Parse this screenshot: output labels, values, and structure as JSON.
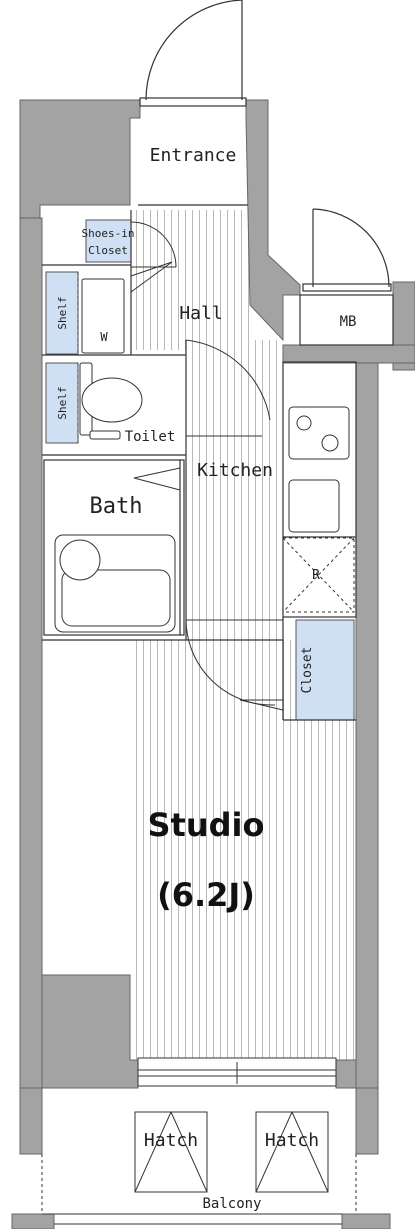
{
  "rooms": {
    "entrance": "Entrance",
    "shoes_in_closet_line1": "Shoes-in",
    "shoes_in_closet_line2": "Closet",
    "hall": "Hall",
    "washer": "W",
    "shelf_upper": "Shelf",
    "shelf_lower": "Shelf",
    "toilet": "Toilet",
    "kitchen": "Kitchen",
    "bath": "Bath",
    "refrigerator": "R",
    "closet": "Closet",
    "mb": "MB",
    "studio": "Studio",
    "studio_size": "(6.2J)",
    "hatch_left": "Hatch",
    "hatch_right": "Hatch",
    "balcony": "Balcony"
  },
  "colors": {
    "wall": "#a3a3a3",
    "storage": "#cfe0f4",
    "line": "#333333",
    "floor_stripe": "#b9b9b9"
  }
}
